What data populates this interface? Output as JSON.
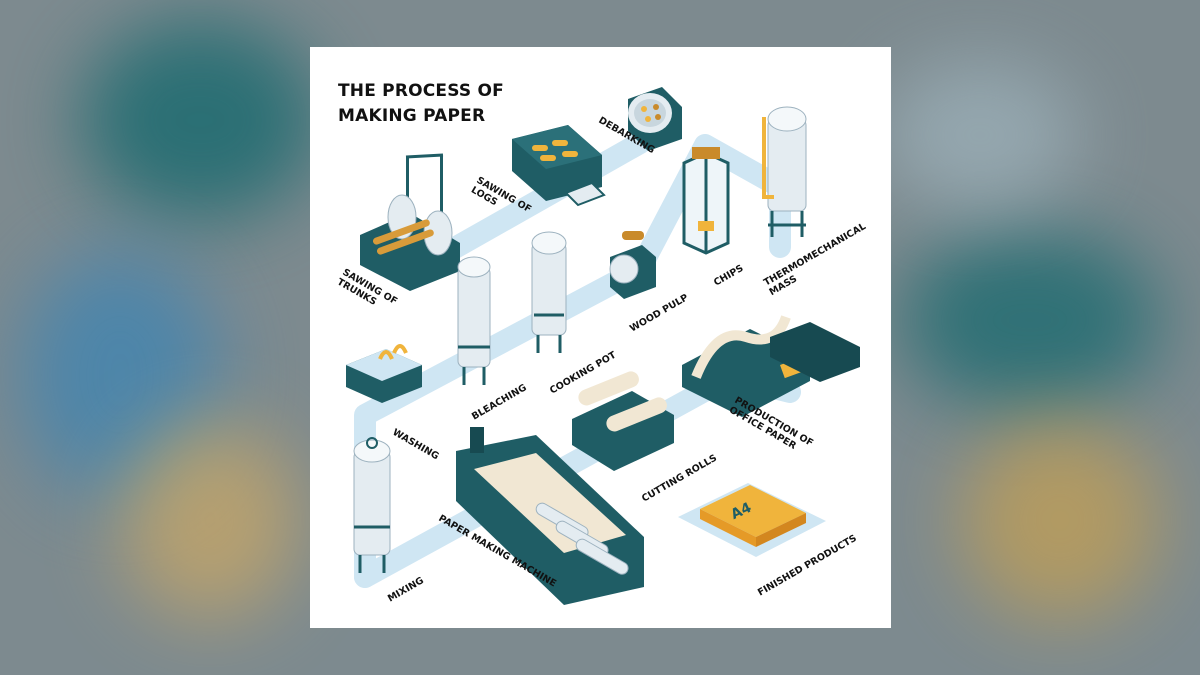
{
  "title": {
    "line1": "THE PROCESS OF",
    "line2": "MAKING PAPER"
  },
  "colors": {
    "path": "#cfe6f3",
    "teal": "#1f5d65",
    "teal_dark": "#174a51",
    "silver": "#e4ecf1",
    "orange": "#f0b43c",
    "cream": "#f1e7d3"
  },
  "steps": {
    "debarking": "DEBARKING",
    "sawing_logs": {
      "line1": "SAWING OF",
      "line2": "LOGS"
    },
    "sawing_trunks": {
      "line1": "SAWING OF",
      "line2": "TRUNKS"
    },
    "chips": "CHIPS",
    "thermomechanical": {
      "line1": "THERMOMECHANICAL",
      "line2": "MASS"
    },
    "wood_pulp": "WOOD PULP",
    "cooking_pot": "COOKING POT",
    "bleaching": "BLEACHING",
    "washing": "WASHING",
    "production_office_paper": {
      "line1": "PRODUCTION OF",
      "line2": "OFFICE PAPER"
    },
    "cutting_rolls": "CUTTING ROLLS",
    "paper_making_machine": "PAPER MAKING MACHINE",
    "mixing": "MIXING",
    "finished_products": "FINISHED PRODUCTS"
  },
  "box_label": "A4"
}
